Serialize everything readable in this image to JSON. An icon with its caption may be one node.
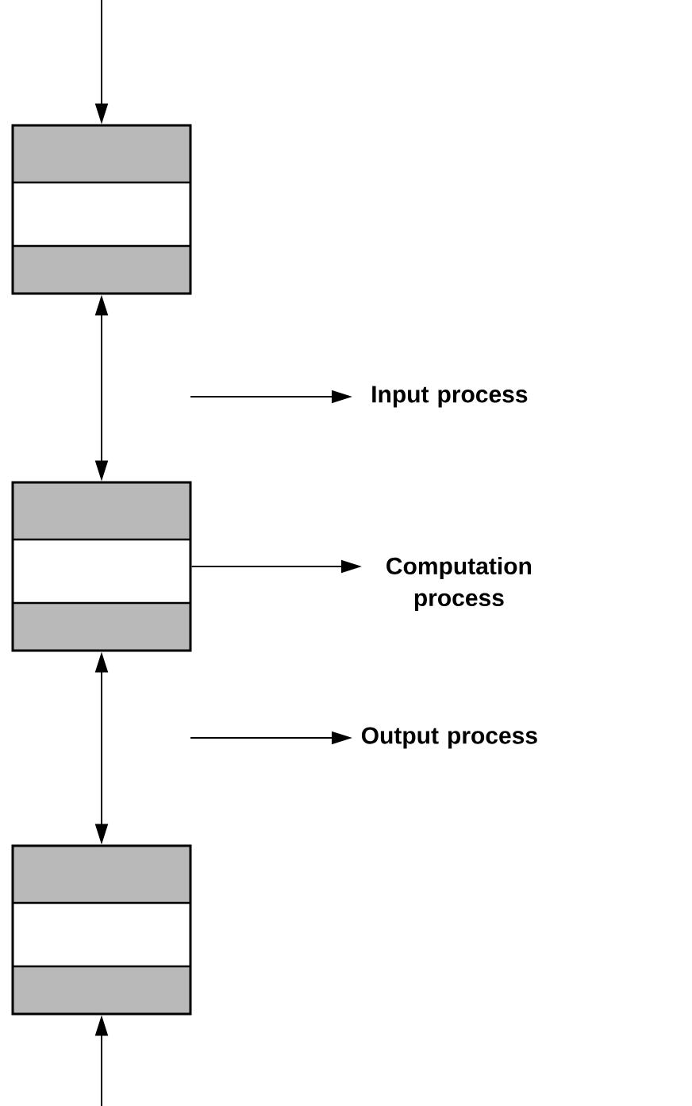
{
  "diagram": {
    "nodes": [
      {
        "text": [],
        "shape": "box"
      },
      {
        "text": [],
        "shape": "box"
      },
      {
        "text": [],
        "shape": "box"
      },
      {
        "text": [
          "Input process"
        ]
      },
      {
        "text": [
          "Computation process"
        ]
      },
      {
        "text": [
          "Output process"
        ]
      }
    ],
    "edges": [
      {
        "from": null,
        "to": 0,
        "arrow": "to"
      },
      {
        "from": 0,
        "to": 1,
        "arrow": "both"
      },
      {
        "from": 1,
        "to": 2,
        "arrow": "both"
      },
      {
        "from": null,
        "to": 2,
        "arrow": "to"
      },
      {
        "from": null,
        "to": 3,
        "arrow": "to"
      },
      {
        "from": 1,
        "to": 4,
        "arrow": "to"
      },
      {
        "from": null,
        "to": 5,
        "arrow": "to"
      }
    ]
  }
}
